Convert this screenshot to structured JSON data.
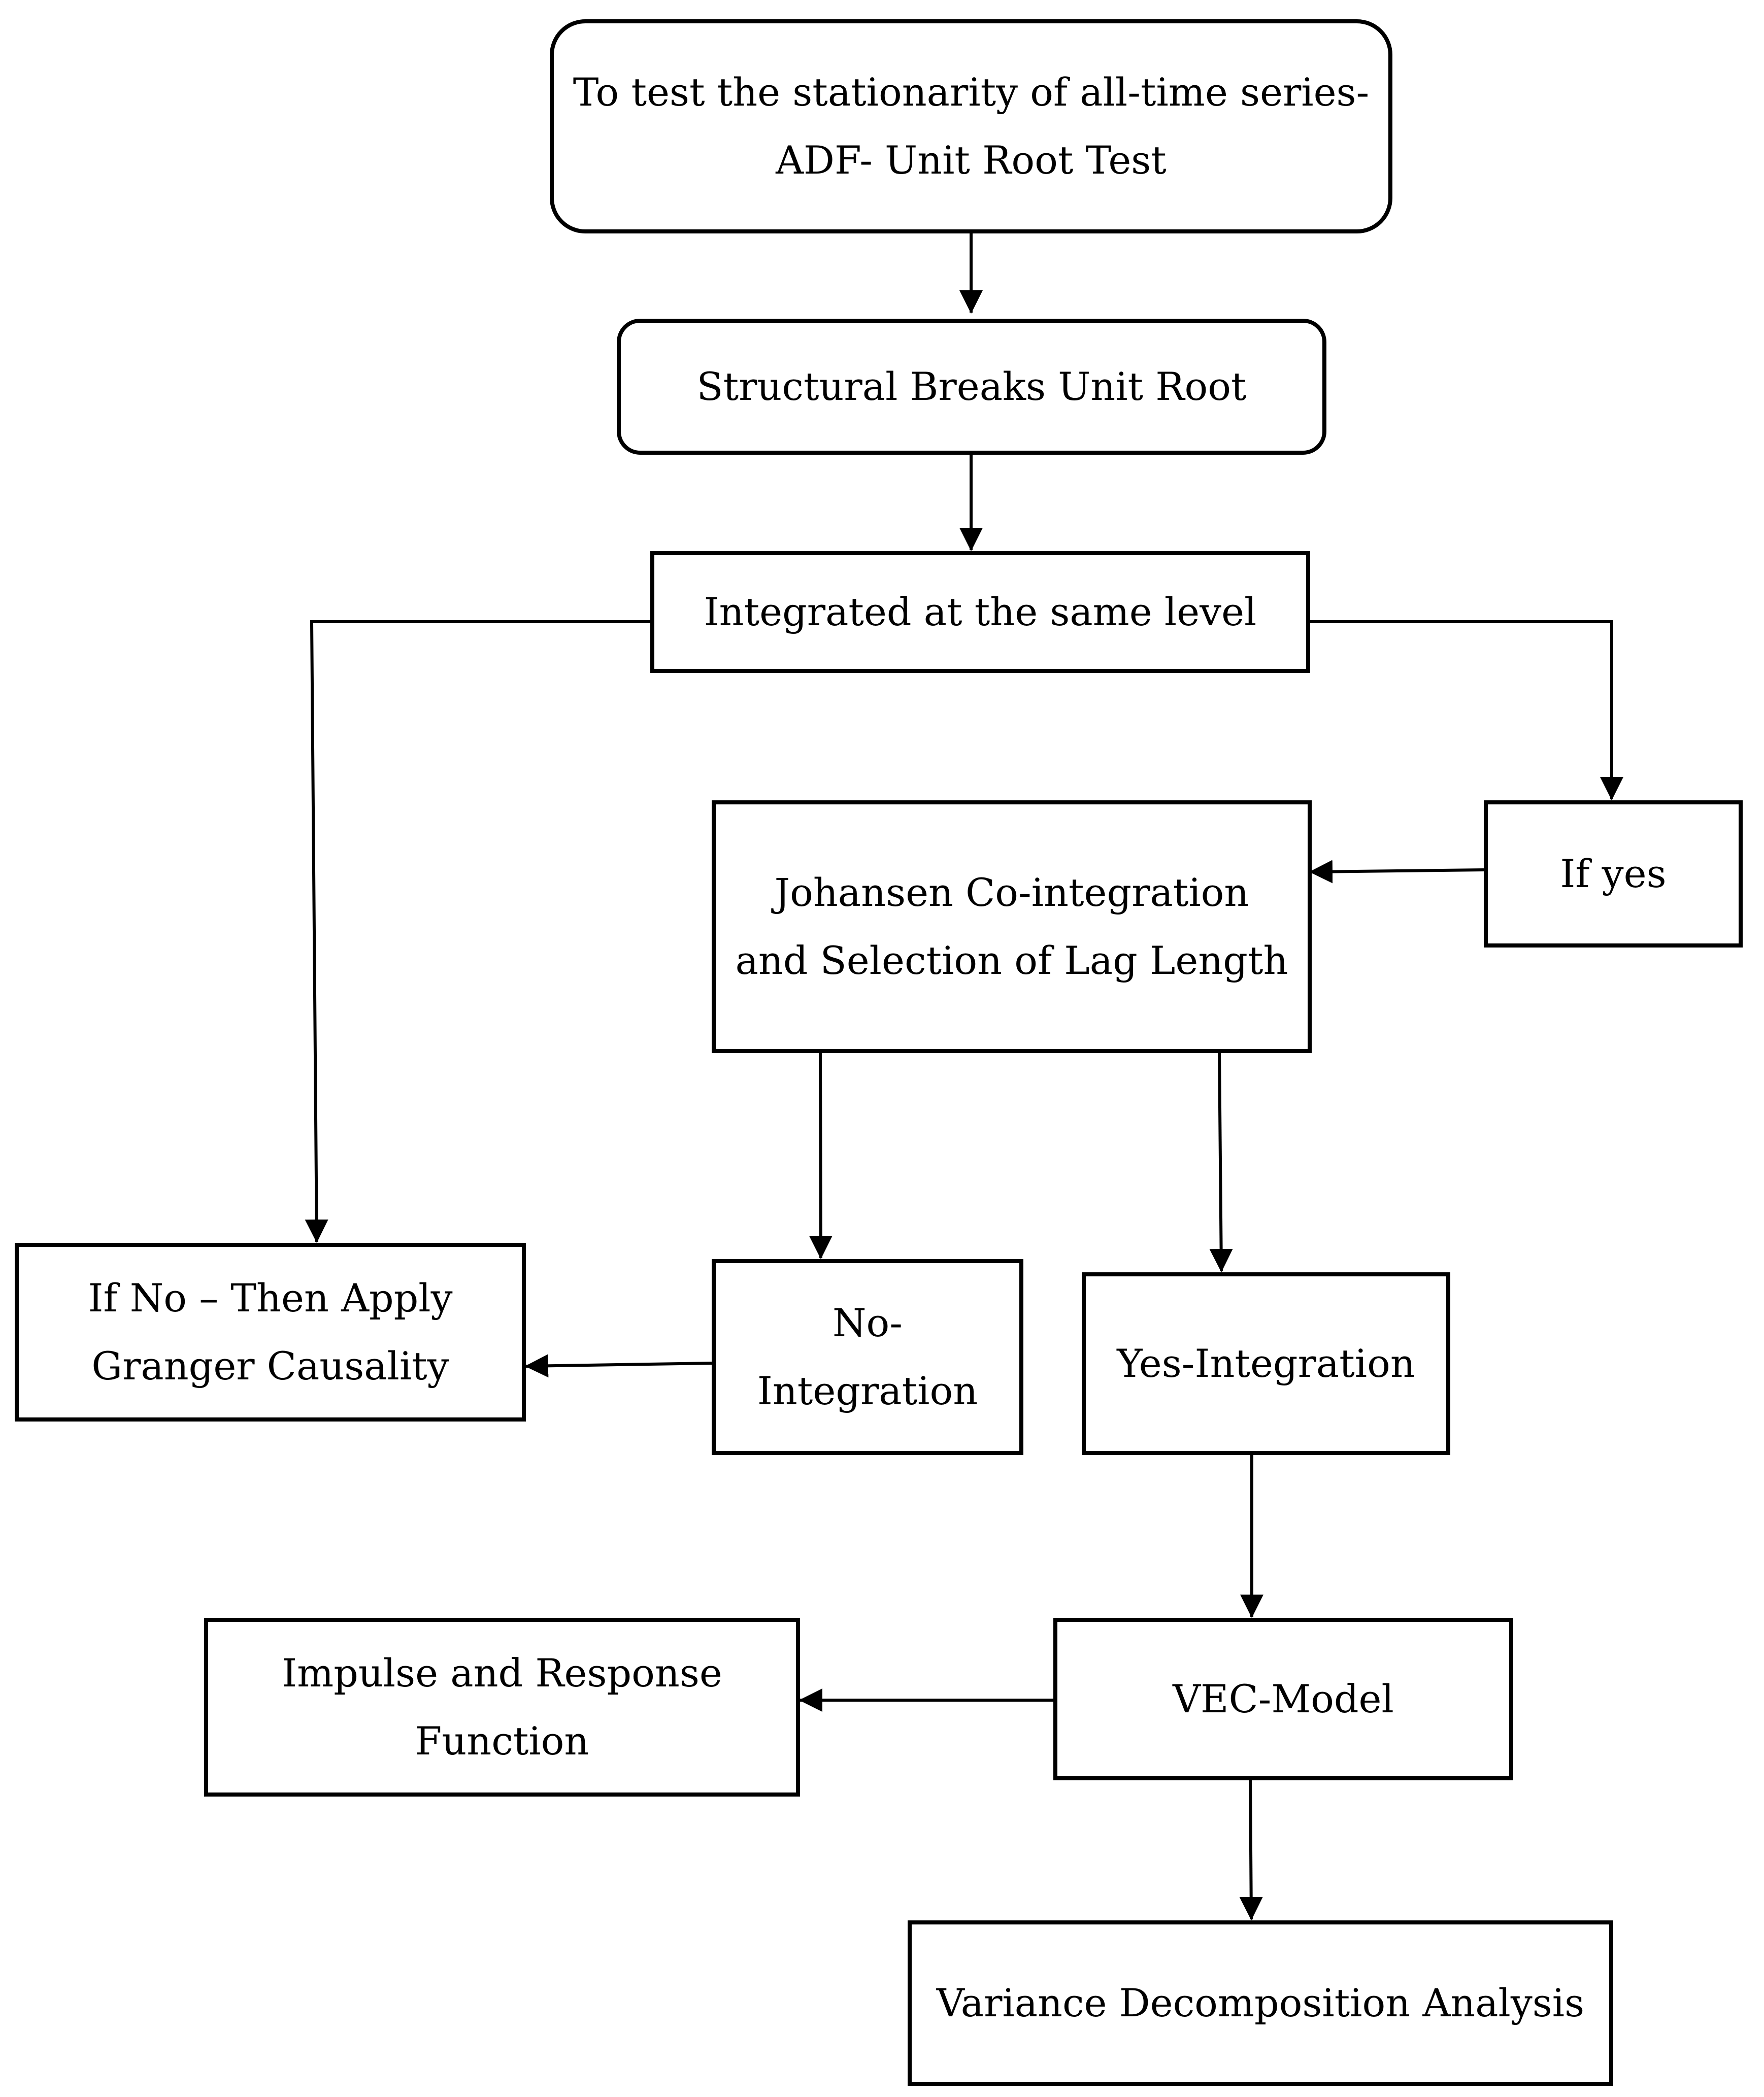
{
  "nodes": {
    "adf": {
      "lines": [
        "To test the stationarity of all-time series-",
        "ADF- Unit Root Test"
      ]
    },
    "structural": {
      "lines": [
        "Structural Breaks Unit Root"
      ]
    },
    "integrated": {
      "lines": [
        "Integrated at the same level"
      ]
    },
    "if_yes": {
      "lines": [
        "If yes"
      ]
    },
    "johansen": {
      "lines": [
        "Johansen Co-integration",
        "and Selection of Lag Length"
      ]
    },
    "if_no": {
      "lines": [
        "If No – Then Apply",
        "Granger Causality"
      ]
    },
    "no_integration": {
      "lines": [
        "No-",
        "Integration"
      ]
    },
    "yes_integration": {
      "lines": [
        "Yes-Integration"
      ]
    },
    "vec": {
      "lines": [
        "VEC-Model"
      ]
    },
    "impulse": {
      "lines": [
        "Impulse and Response",
        "Function"
      ]
    },
    "variance": {
      "lines": [
        "Variance Decomposition Analysis"
      ]
    }
  },
  "edges": [
    {
      "from": "adf",
      "to": "structural"
    },
    {
      "from": "structural",
      "to": "integrated"
    },
    {
      "from": "integrated",
      "to": "if_yes"
    },
    {
      "from": "integrated",
      "to": "if_no"
    },
    {
      "from": "if_yes",
      "to": "johansen"
    },
    {
      "from": "johansen",
      "to": "no_integration"
    },
    {
      "from": "johansen",
      "to": "yes_integration"
    },
    {
      "from": "no_integration",
      "to": "if_no"
    },
    {
      "from": "yes_integration",
      "to": "vec"
    },
    {
      "from": "vec",
      "to": "impulse"
    },
    {
      "from": "vec",
      "to": "variance"
    }
  ],
  "colors": {
    "stroke": "#000000",
    "fill": "#ffffff",
    "text": "#000000"
  }
}
